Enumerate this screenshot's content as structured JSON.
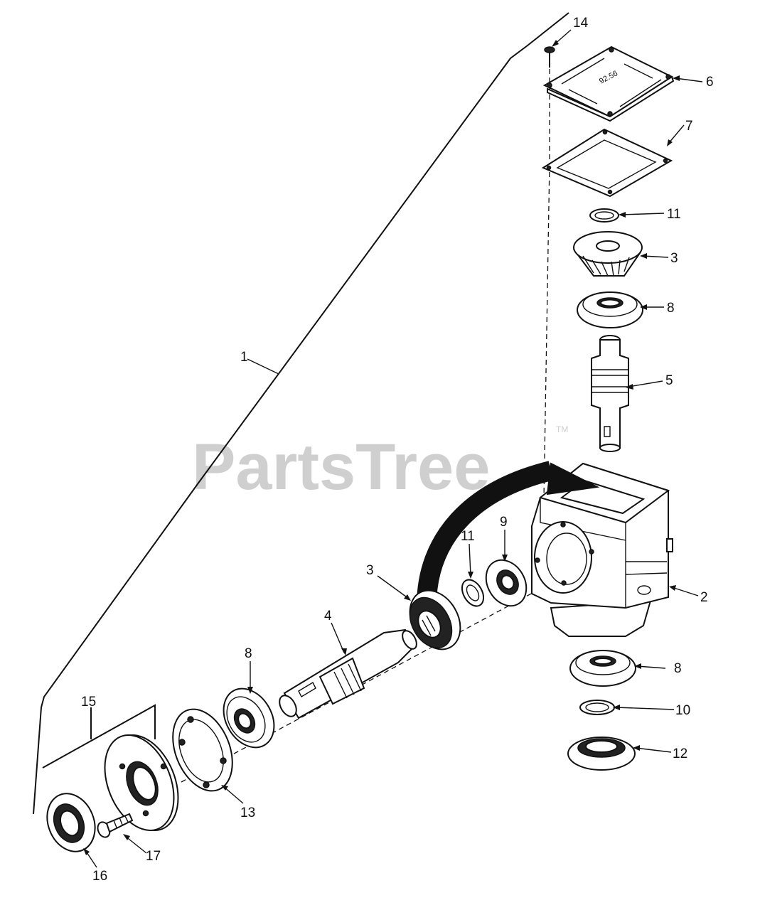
{
  "watermark": {
    "text": "PartsTree",
    "tm": "TM"
  },
  "cover_marking": "92.56",
  "callouts": {
    "c1": "1",
    "c2": "2",
    "c3_top": "3",
    "c3_mid": "3",
    "c4": "4",
    "c5": "5",
    "c6": "6",
    "c7": "7",
    "c8_top": "8",
    "c8_mid": "8",
    "c8_bottom": "8",
    "c9": "9",
    "c10": "10",
    "c11_top": "11",
    "c11_mid": "11",
    "c12": "12",
    "c13": "13",
    "c14": "14",
    "c15": "15",
    "c16": "16",
    "c17": "17"
  }
}
